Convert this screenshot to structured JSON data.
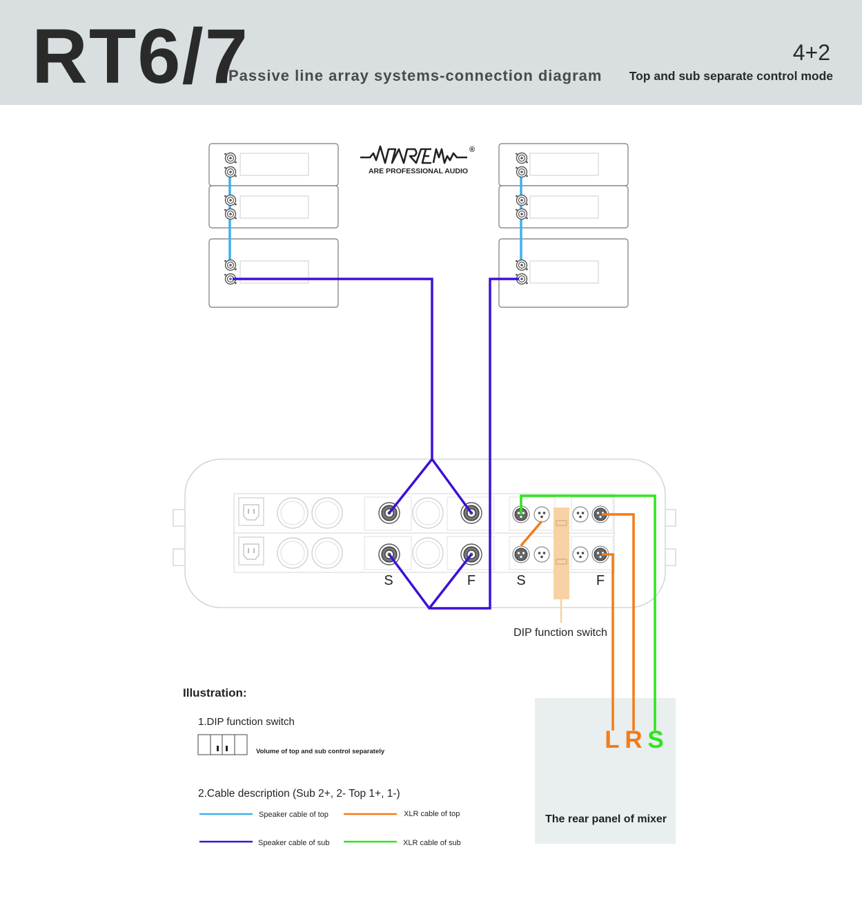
{
  "header": {
    "model": "RT6/7",
    "subtitle": "Passive line array systems-connection diagram",
    "mode_number": "4+2",
    "mode_label": "Top and sub separate control mode"
  },
  "logo": {
    "text": "ARE PROFESSIONAL AUDIO",
    "registered": "®"
  },
  "amp": {
    "label_s_left": "S",
    "label_f_left": "F",
    "label_s_right": "S",
    "label_f_right": "F",
    "dip_label": "DIP function switch"
  },
  "mixer": {
    "label_l": "L",
    "label_r": "R",
    "label_s": "S",
    "panel_label": "The rear panel of mixer"
  },
  "illustration": {
    "heading": "Illustration:",
    "dip_title": "1.DIP function switch",
    "dip_desc": "Volume of top and sub control separately",
    "cable_title": "2.Cable description (Sub 2+, 2-  Top 1+, 1-)",
    "legend": [
      {
        "label": "Speaker cable of top",
        "color": "#3fb0ea"
      },
      {
        "label": "XLR cable of top",
        "color": "#f47b16"
      },
      {
        "label": "Speaker cable of sub",
        "color": "#3d10d6"
      },
      {
        "label": "XLR cable of sub",
        "color": "#2ee51e"
      }
    ]
  },
  "colors": {
    "speaker_top": "#3fb0ea",
    "speaker_sub": "#3d10d6",
    "xlr_top": "#f47b16",
    "xlr_sub": "#2ee51e",
    "dip_switch": "#f7d2a4",
    "mixer_panel": "#e9eeee"
  }
}
